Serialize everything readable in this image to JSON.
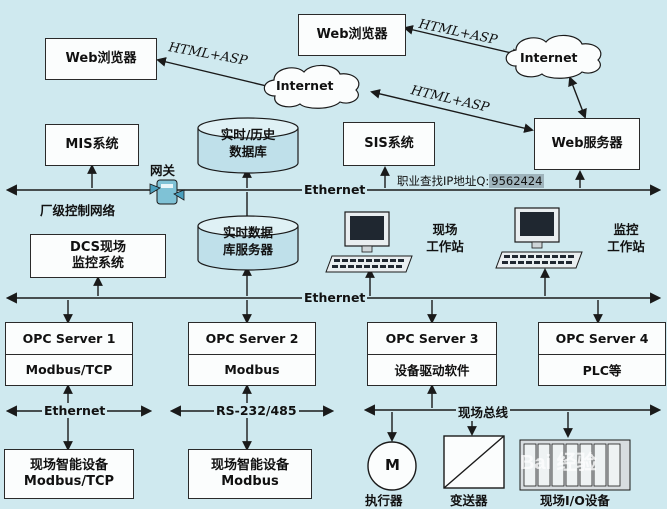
{
  "title": "",
  "nodes": {
    "web_browser_1": "Web浏览器",
    "web_browser_2": "Web浏览器",
    "internet_1": "Internet",
    "internet_2": "Internet",
    "html_asp_1": "HTML+ASP",
    "html_asp_2": "HTML+ASP",
    "html_asp_3": "HTML+ASP",
    "mis": "MIS系统",
    "realtime_db": [
      "实时/历史",
      "数据库"
    ],
    "sis": "SIS系统",
    "web_server": "Web服务器",
    "gateway": "网关",
    "plant_network": "厂级控制网络",
    "ethernet_top": "Ethernet",
    "contact_label": "职业查找IP地址Q:",
    "contact_number": "9562424",
    "dcs": [
      "DCS现场",
      "监控系统"
    ],
    "rt_db_server": [
      "实时数据",
      "库服务器"
    ],
    "field_workstation": [
      "现场",
      "工作站"
    ],
    "monitor_workstation": [
      "监控",
      "工作站"
    ],
    "ethernet_mid": "Ethernet",
    "opc1": {
      "name": "OPC Server 1",
      "sub": "Modbus/TCP"
    },
    "opc2": {
      "name": "OPC Server 2",
      "sub": "Modbus"
    },
    "opc3": {
      "name": "OPC Server 3",
      "sub": "设备驱动软件"
    },
    "opc4": {
      "name": "OPC Server 4",
      "sub": "PLC等"
    },
    "ethernet_low": "Ethernet",
    "rs232": "RS-232/485",
    "fieldbus": "现场总线",
    "device1": [
      "现场智能设备",
      "Modbus/TCP"
    ],
    "device2": [
      "现场智能设备",
      "Modbus"
    ],
    "motor_symbol": "M",
    "actuator": "执行器",
    "transmitter": "变送器",
    "field_io": "现场I/O设备",
    "watermark": "Bai 经验"
  },
  "colors": {
    "background": "#cfe9ef",
    "box_fill": "#fbfdfd",
    "db_fill": "#bfe0ea",
    "line": "#1a1a1a"
  }
}
